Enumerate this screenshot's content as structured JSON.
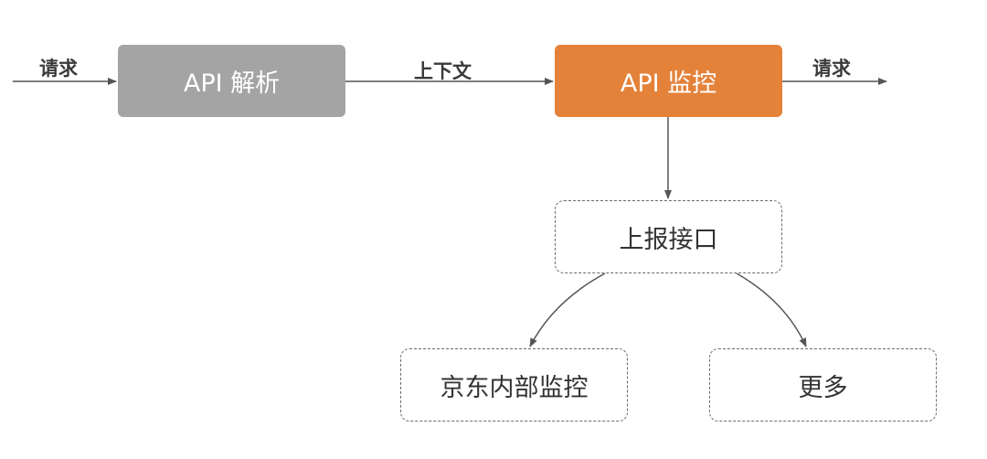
{
  "nodes": {
    "api_parse": {
      "label": "API 解析",
      "color": "#a4a4a4"
    },
    "api_monitor": {
      "label": "API 监控",
      "color": "#e4823a"
    },
    "report_interface": {
      "label": "上报接口"
    },
    "jd_internal_monitor": {
      "label": "京东内部监控"
    },
    "more": {
      "label": "更多"
    }
  },
  "edges": {
    "request_in": {
      "label": "请求"
    },
    "context": {
      "label": "上下文"
    },
    "request_out": {
      "label": "请求"
    }
  },
  "colors": {
    "line": "#555555",
    "dashed_border": "#6b6b6b"
  }
}
